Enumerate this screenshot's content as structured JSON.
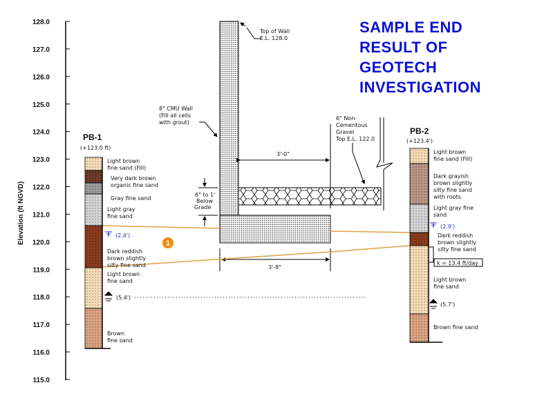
{
  "title_lines": [
    "SAMPLE END",
    "RESULT OF",
    "GEOTECH",
    "INVESTIGATION"
  ],
  "axis": {
    "label": "Elevation (ft NGVD)",
    "ticks": [
      "128.0",
      "127.0",
      "126.0",
      "125.0",
      "124.0",
      "123.0",
      "122.0",
      "121.0",
      "120.0",
      "119.0",
      "118.0",
      "117.0",
      "116.0",
      "115.0"
    ]
  },
  "wall": {
    "top_label": [
      "Top of Wall",
      "E.L. 128.0"
    ],
    "cmu_label": [
      "8\" CMU Wall",
      "(Fill all cells",
      "with grout)"
    ],
    "gravel_label": [
      "6\" Non-",
      "Cementous",
      "Gravel",
      "Top E.L. 122.0"
    ],
    "dim_top": "3'-0\"",
    "dim_footing": "3'-8\"",
    "grade_label": [
      "6\" to 1'",
      "Below",
      "Grade"
    ]
  },
  "marker": "1",
  "pb1": {
    "name": "PB-1",
    "elevation": "(+123.0 ft)",
    "layers": [
      {
        "label": [
          "Light brown",
          "fine sand (Fill)"
        ],
        "color": "#f6dcb6"
      },
      {
        "label": [
          "Very dark brown",
          "organic fine sand"
        ],
        "color": "#6e3b2a"
      },
      {
        "label": [
          "Gray fine sand"
        ],
        "color": "#9c9c9c"
      },
      {
        "label": [
          "Light gray",
          "fine sand"
        ],
        "color": "#d4d4d4"
      },
      {
        "label": [
          "Dark reddish",
          "brown slightly",
          "silty fine sand"
        ],
        "color": "#8a3b1f"
      },
      {
        "label": [
          "Light brown",
          "fine sand"
        ],
        "color": "#f6dcb6"
      },
      {
        "label": [
          "Brown",
          "fine sand"
        ],
        "color": "#dba383"
      }
    ],
    "water_level_1": "(2.4')",
    "water_level_2": "(5.4')"
  },
  "pb2": {
    "name": "PB-2",
    "elevation": "(+123.4')",
    "layers": [
      {
        "label": [
          "Light brown",
          "fine sand (Fill)"
        ],
        "color": "#f6dcb6"
      },
      {
        "label": [
          "Dark grayish",
          "brown slightly",
          "silty fine sand",
          "with roots."
        ],
        "color": "#b89684"
      },
      {
        "label": [
          "Light gray fine",
          "sand"
        ],
        "color": "#d4d4d4"
      },
      {
        "label": [
          "Dark reddish",
          "brown slightly",
          "silty fine sand"
        ],
        "color": "#8a3b1f"
      },
      {
        "label": [
          "Light brown",
          "fine sand"
        ],
        "color": "#f6dcb6"
      },
      {
        "label": [
          "Brown fine sand"
        ],
        "color": "#dba383"
      }
    ],
    "water_level_1": "(2.9')",
    "water_level_2": "(5.7')",
    "k_value": "k = 13.4 ft/day"
  },
  "colors": {
    "title": "#0a10d8",
    "boundary": "#e0a040",
    "marker": "#f08a10",
    "water_level": "#1a2fc8"
  }
}
